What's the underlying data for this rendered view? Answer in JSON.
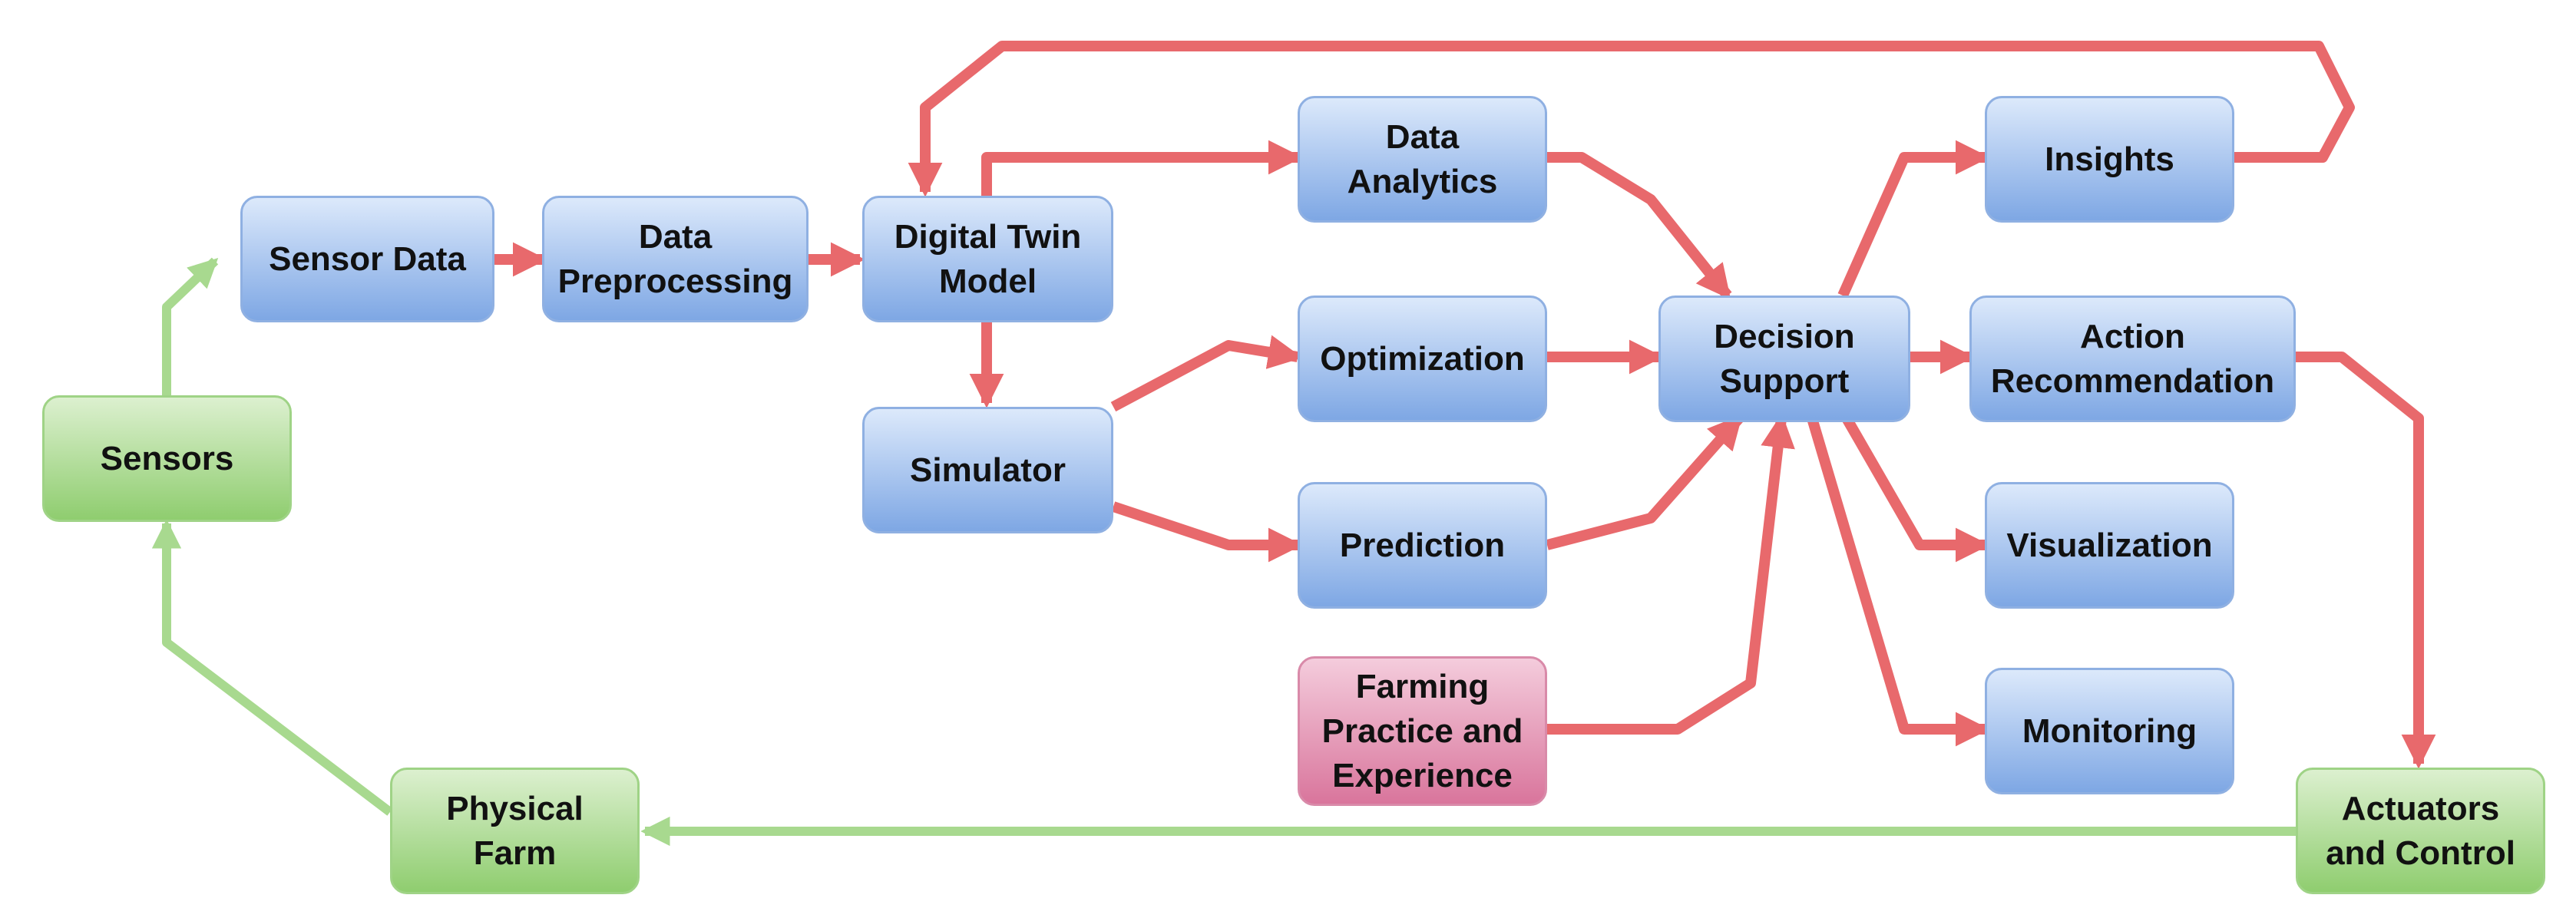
{
  "nodes": {
    "sensor_data": "Sensor Data",
    "data_preprocessing": "Data\nPreprocessing",
    "digital_twin_model": "Digital Twin\nModel",
    "simulator": "Simulator",
    "data_analytics": "Data\nAnalytics",
    "optimization": "Optimization",
    "prediction": "Prediction",
    "farming_practice": "Farming\nPractice and\nExperience",
    "decision_support": "Decision\nSupport",
    "insights": "Insights",
    "action_recommendation": "Action\nRecommendation",
    "visualization": "Visualization",
    "monitoring": "Monitoring",
    "sensors": "Sensors",
    "physical_farm": "Physical\nFarm",
    "actuators_control": "Actuators\nand Control"
  },
  "colors": {
    "process_node": "#7ea7e4",
    "physical_node": "#8fcd6f",
    "input_node": "#d9759c",
    "data_flow_arrow": "#e8696c",
    "physical_flow_arrow": "#a8d98f"
  },
  "edges": [
    {
      "from": "Sensors",
      "to": "Sensor Data"
    },
    {
      "from": "Sensor Data",
      "to": "Data Preprocessing"
    },
    {
      "from": "Data Preprocessing",
      "to": "Digital Twin Model"
    },
    {
      "from": "Digital Twin Model",
      "to": "Data Analytics"
    },
    {
      "from": "Digital Twin Model",
      "to": "Simulator"
    },
    {
      "from": "Simulator",
      "to": "Optimization"
    },
    {
      "from": "Simulator",
      "to": "Prediction"
    },
    {
      "from": "Data Analytics",
      "to": "Decision Support"
    },
    {
      "from": "Optimization",
      "to": "Decision Support"
    },
    {
      "from": "Prediction",
      "to": "Decision Support"
    },
    {
      "from": "Farming Practice and Experience",
      "to": "Decision Support"
    },
    {
      "from": "Decision Support",
      "to": "Insights"
    },
    {
      "from": "Decision Support",
      "to": "Action Recommendation"
    },
    {
      "from": "Decision Support",
      "to": "Visualization"
    },
    {
      "from": "Decision Support",
      "to": "Monitoring"
    },
    {
      "from": "Insights",
      "to": "Digital Twin Model"
    },
    {
      "from": "Action Recommendation",
      "to": "Actuators and Control"
    },
    {
      "from": "Actuators and Control",
      "to": "Physical Farm"
    },
    {
      "from": "Physical Farm",
      "to": "Sensors"
    }
  ]
}
